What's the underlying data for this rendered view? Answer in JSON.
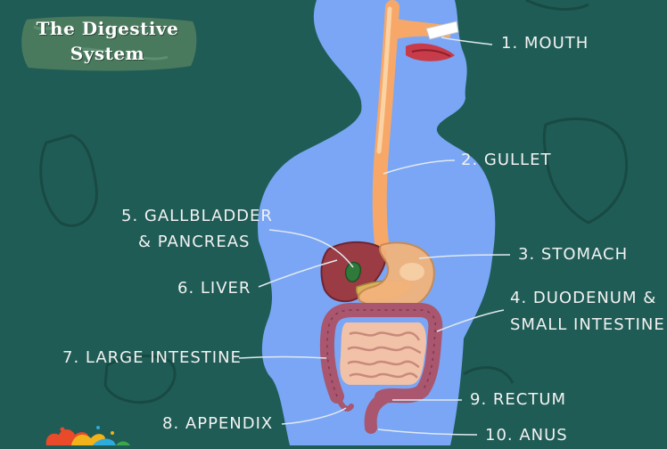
{
  "title": {
    "line1": "The Digestive",
    "line2": "System"
  },
  "labels": {
    "mouth": "1. MOUTH",
    "gullet": "2. GULLET",
    "stomach": "3. STOMACH",
    "duodenum_line1": "4. DUODENUM &",
    "duodenum_line2": "SMALL INTESTINE",
    "gallbladder_line1": "5. GALLBLADDER",
    "gallbladder_line2": "& PANCREAS",
    "liver": "6. LIVER",
    "large_intestine": "7. LARGE INTESTINE",
    "appendix": "8. APPENDIX",
    "rectum": "9. RECTUM",
    "anus": "10. ANUS"
  },
  "colors": {
    "background": "#1f5c55",
    "body_silhouette": "#7aa6f5",
    "gullet": "#f7a868",
    "stomach": "#f3b47c",
    "liver": "#9b3b43",
    "gallbladder": "#2f7a3a",
    "intestine": "#a9566e",
    "small_intestine": "#f1c2a8",
    "title_badge": "#4a7a5e"
  }
}
